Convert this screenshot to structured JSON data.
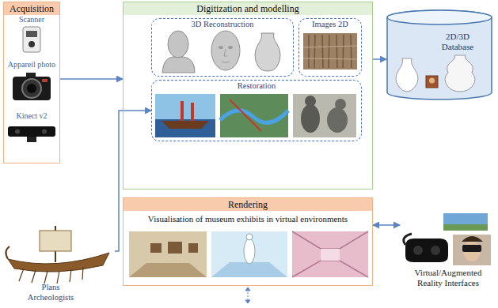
{
  "diagram": {
    "nodes": [
      {
        "text": [
          "Acquisition"
        ]
      },
      {
        "text": [
          "Digitization and modelling"
        ]
      },
      {
        "text": [
          "3D Reconstruction"
        ],
        "in": 1
      },
      {
        "text": [
          "Images 2D"
        ],
        "in": 1
      },
      {
        "text": [
          "Restoration"
        ],
        "in": 1
      },
      {
        "text": [
          "2D/3D Database"
        ]
      },
      {
        "text": [
          "Rendering",
          "Visualisation of museum exhibits in virtual environments"
        ]
      },
      {
        "text": [
          "Plans Archeologists"
        ]
      },
      {
        "text": [
          "Virtual/Augmented Reality Interfaces"
        ]
      }
    ],
    "edges": [
      {
        "from": 0,
        "to": 1,
        "arrow": "to"
      },
      {
        "from": 1,
        "to": 5,
        "arrow": "to"
      },
      {
        "from": 7,
        "to": 4,
        "arrow": "to"
      },
      {
        "from": 6,
        "to": 8,
        "arrow": "both"
      }
    ],
    "labels": [
      "Scanner",
      "Appareil photo",
      "Kinect v2"
    ]
  }
}
